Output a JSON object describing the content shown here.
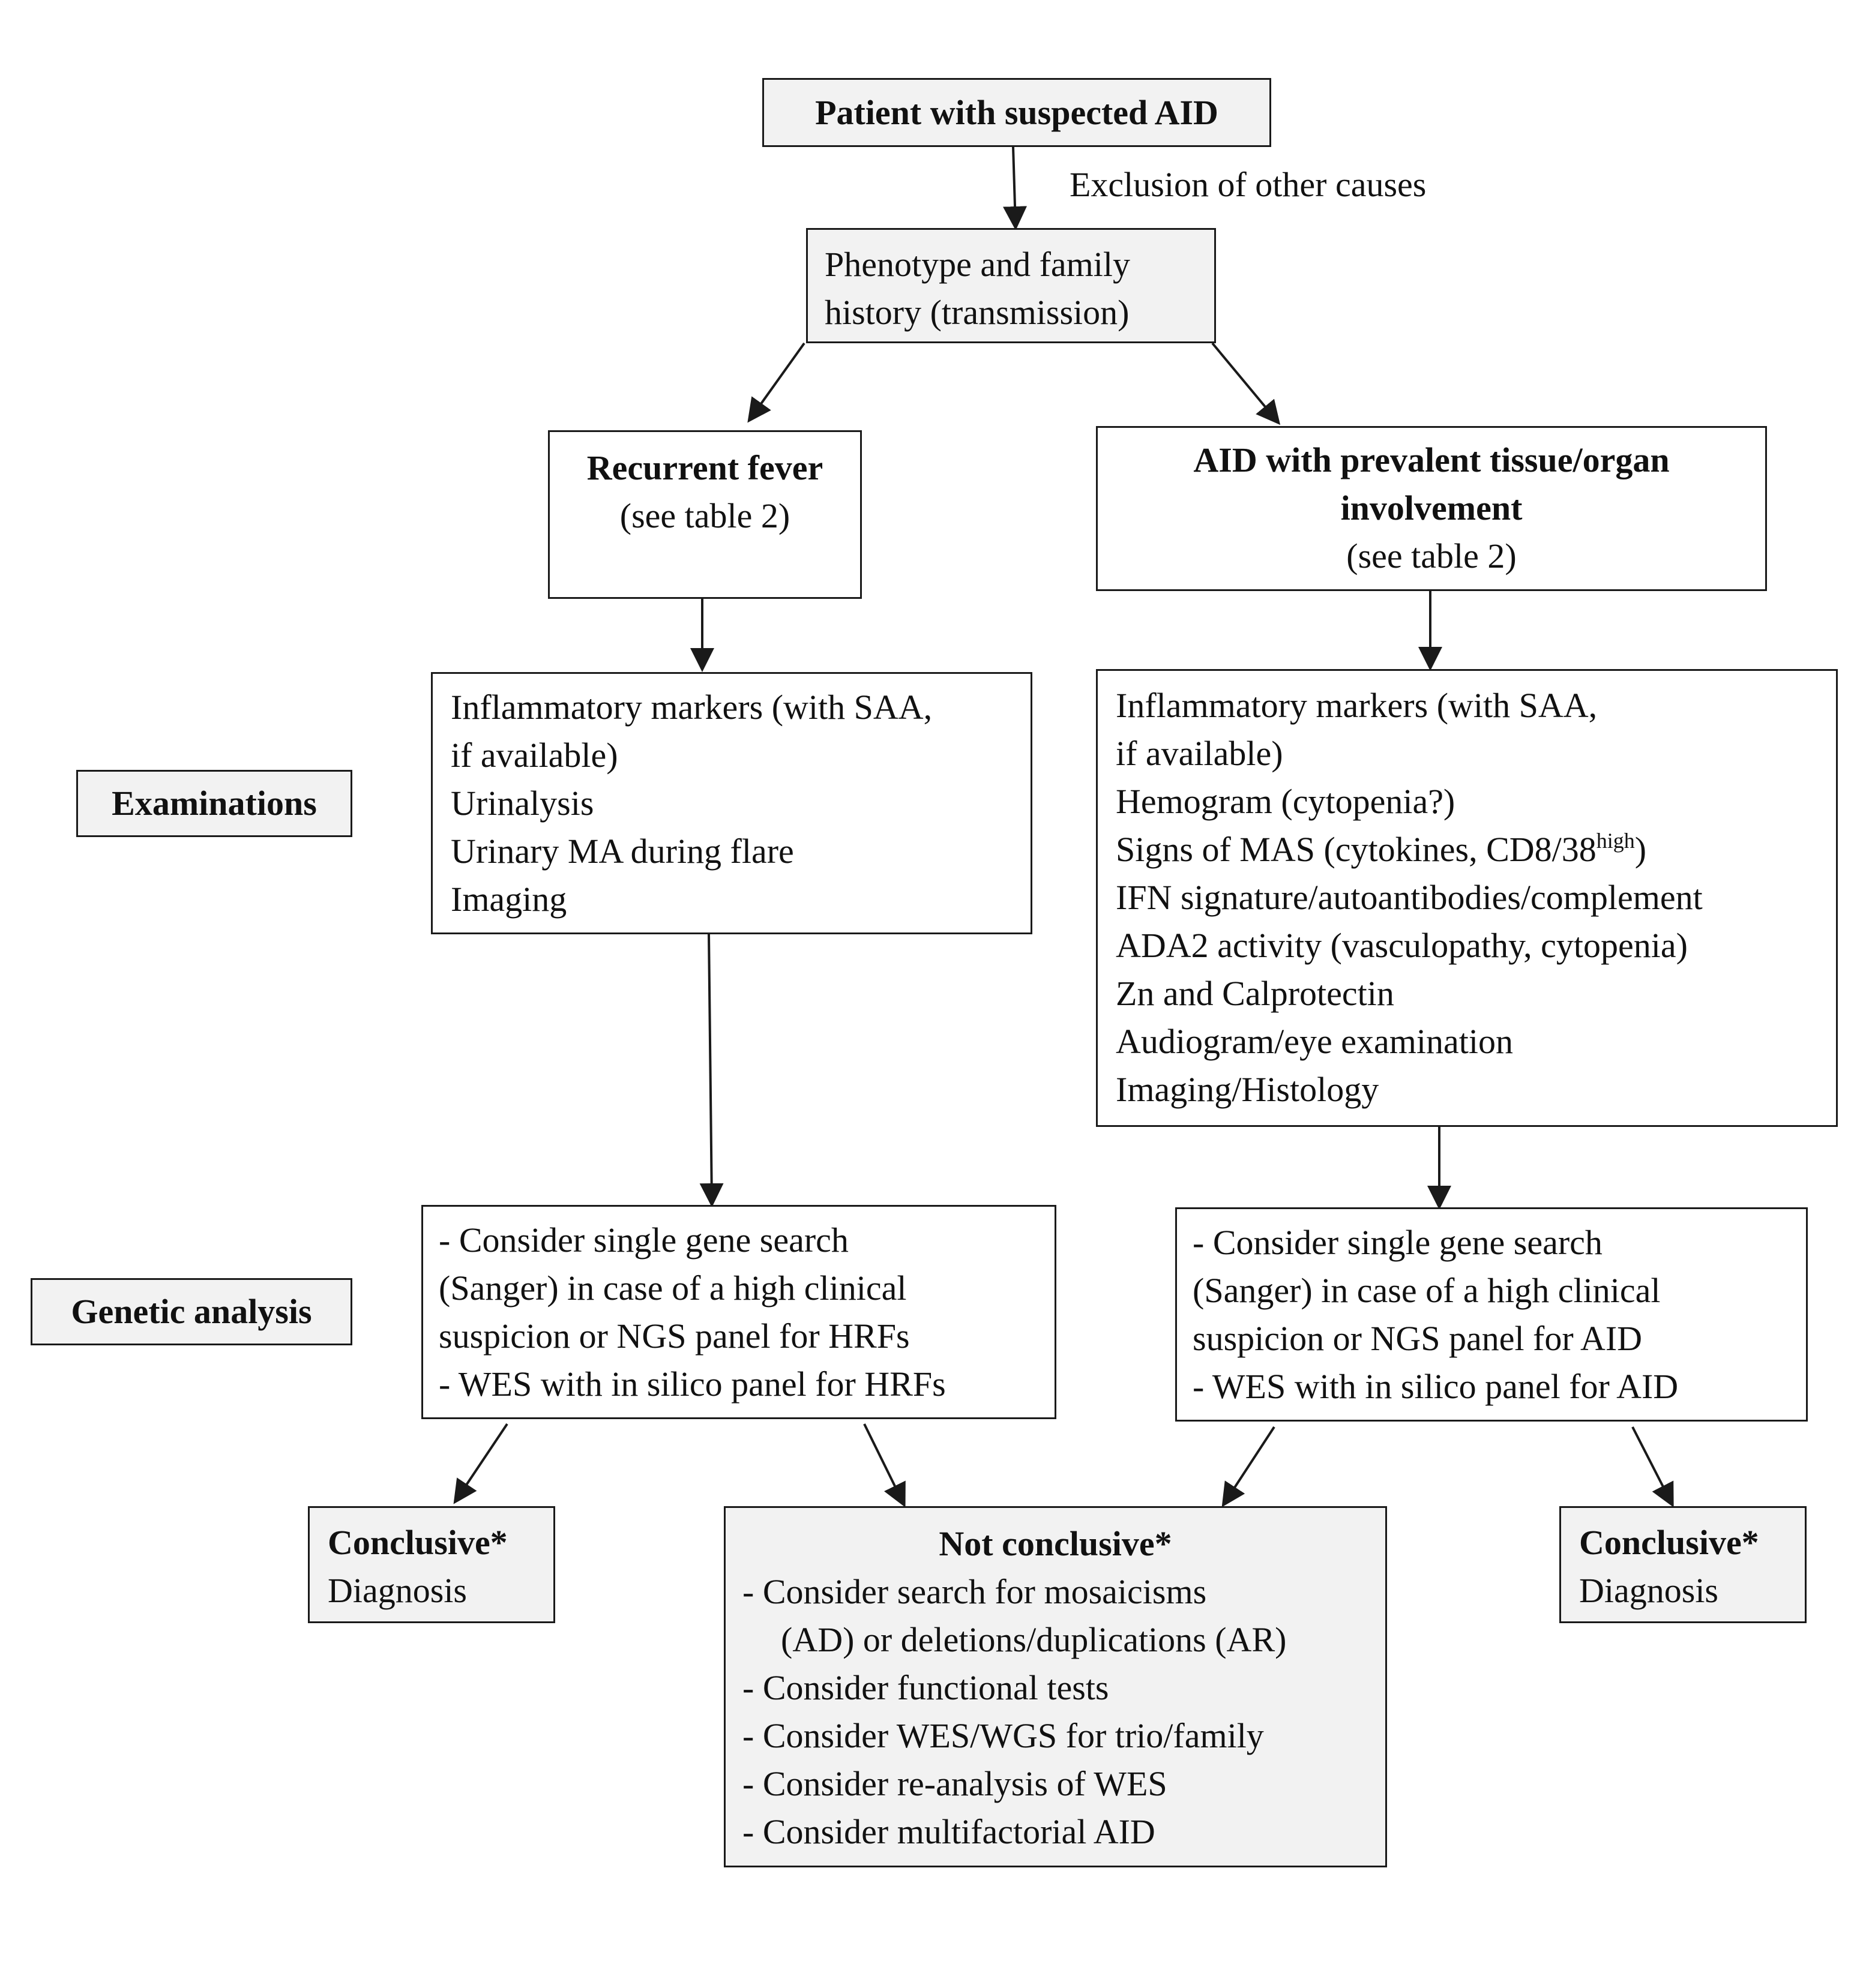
{
  "start": {
    "title": "Patient with suspected AID"
  },
  "edge_label": "Exclusion of other causes",
  "phenotype": {
    "line1": "Phenotype and family",
    "line2": "history (transmission)"
  },
  "fever": {
    "title": "Recurrent fever",
    "note": "(see table 2)"
  },
  "organ": {
    "title_line1": "AID with prevalent tissue/organ",
    "title_line2": "involvement",
    "note": "(see table 2)"
  },
  "row_labels": {
    "examinations": "Examinations",
    "genetic": "Genetic analysis"
  },
  "fever_exams": [
    "Inflammatory markers (with SAA,",
    "if available)",
    "Urinalysis",
    "Urinary MA during flare",
    "Imaging"
  ],
  "organ_exams": {
    "line1": "Inflammatory markers (with SAA,",
    "line2": "if available)",
    "line3": "Hemogram (cytopenia?)",
    "line4_pre": "Signs of MAS (cytokines, CD8/38",
    "line4_sup": "high",
    "line4_post": ")",
    "line5": "IFN signature/autoantibodies/complement",
    "line6": "ADA2 activity (vasculopathy, cytopenia)",
    "line7": "Zn and Calprotectin",
    "line8": "Audiogram/eye examination",
    "line9": "Imaging/Histology"
  },
  "fever_genetic": [
    "- Consider single gene search",
    "(Sanger) in case of a high clinical",
    "suspicion or NGS panel for HRFs",
    "- WES with in silico panel for HRFs"
  ],
  "organ_genetic": [
    "- Consider single gene search",
    "(Sanger) in case of a high clinical",
    "suspicion or NGS panel for AID",
    "- WES with in silico panel for AID"
  ],
  "conclusive_left": {
    "title": "Conclusive*",
    "text": "Diagnosis"
  },
  "conclusive_right": {
    "title": "Conclusive*",
    "text": "Diagnosis"
  },
  "not_conclusive": {
    "title": "Not conclusive*",
    "items": [
      "- Consider search for mosaicisms",
      "(AD) or deletions/duplications (AR)",
      "- Consider functional tests",
      "- Consider WES/WGS for trio/family",
      "- Consider re-analysis of WES",
      "- Consider multifactorial AID"
    ]
  }
}
